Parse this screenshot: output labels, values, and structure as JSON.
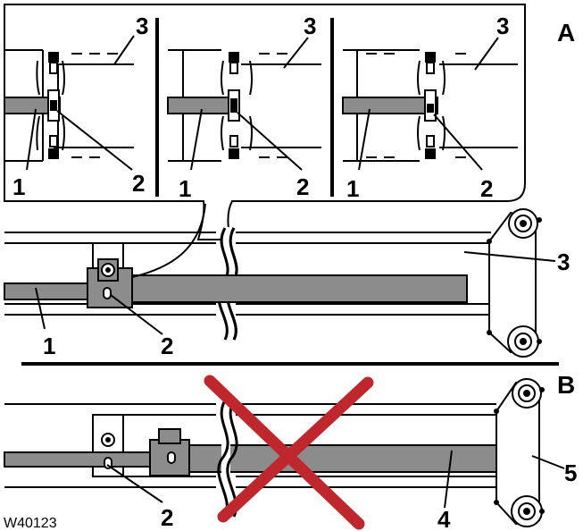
{
  "figure": {
    "id_label": "W40123",
    "panel_a_label": "A",
    "panel_b_label": "B"
  },
  "callouts": {
    "inset1": [
      "3",
      "1",
      "2"
    ],
    "inset2": [
      "3",
      "1",
      "2"
    ],
    "inset3": [
      "3",
      "1",
      "2"
    ],
    "panel_a": [
      "1",
      "2",
      "3"
    ],
    "panel_b": [
      "2",
      "4",
      "5"
    ]
  },
  "colors": {
    "rod": "#8c8c8c",
    "line": "#000000",
    "cross": "#c0272d",
    "background": "#ffffff"
  }
}
